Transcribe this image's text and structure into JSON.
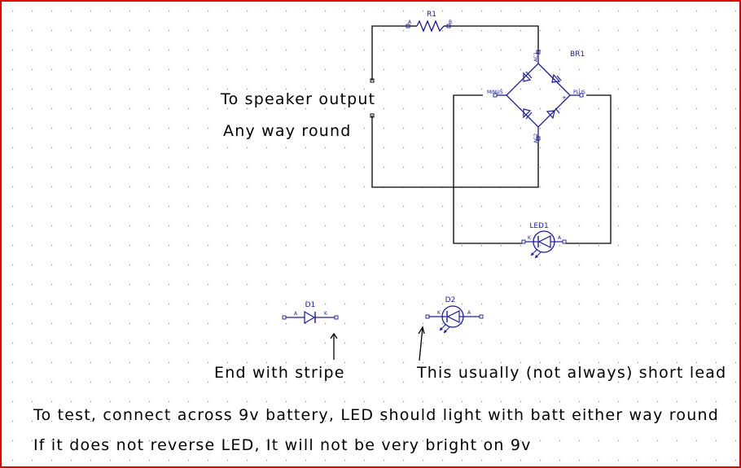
{
  "colors": {
    "border": "#e00000",
    "wire": "#000000",
    "component": "#1a1a9a",
    "pin": "#1a1a9a",
    "grid": "#8a8a8a",
    "text": "#000000"
  },
  "components": {
    "r1": {
      "ref": "R1",
      "pin_a": "A",
      "pin_b": "B"
    },
    "br1": {
      "ref": "BR1",
      "pin_ac1": "AC1",
      "pin_ac2": "AC2",
      "pin_minus": "MINUS",
      "pin_plus": "PLUS",
      "sign_minus": "-",
      "sign_plus": "+"
    },
    "led1": {
      "ref": "LED1",
      "pin_k": "K",
      "pin_a": "A"
    },
    "d1": {
      "ref": "D1",
      "pin_a": "A",
      "pin_k": "K"
    },
    "d2": {
      "ref": "D2",
      "pin_k": "K",
      "pin_a": "A"
    }
  },
  "notes": {
    "speaker_output": "To speaker output",
    "any_way_round": "Any way round",
    "end_with_stripe": "End with stripe",
    "short_lead": "This usually (not always) short lead",
    "test_line1": "To test, connect across 9v battery, LED should light with batt either way round",
    "test_line2": "If it does not reverse LED, It will not be very bright on 9v"
  }
}
